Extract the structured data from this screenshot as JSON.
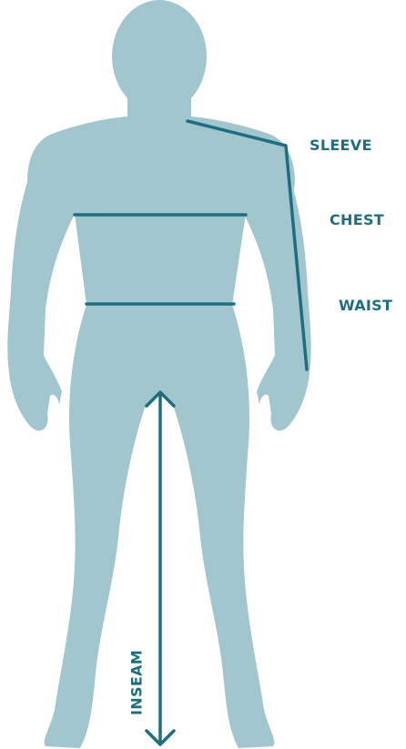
{
  "diagram": {
    "labels": {
      "sleeve": "SLEEVE",
      "chest": "CHEST",
      "waist": "WAIST",
      "inseam": "INSEAM"
    },
    "colors": {
      "silhouette": "#a2c6cd",
      "measurement": "#1d6f80",
      "background": "#ffffff"
    }
  }
}
